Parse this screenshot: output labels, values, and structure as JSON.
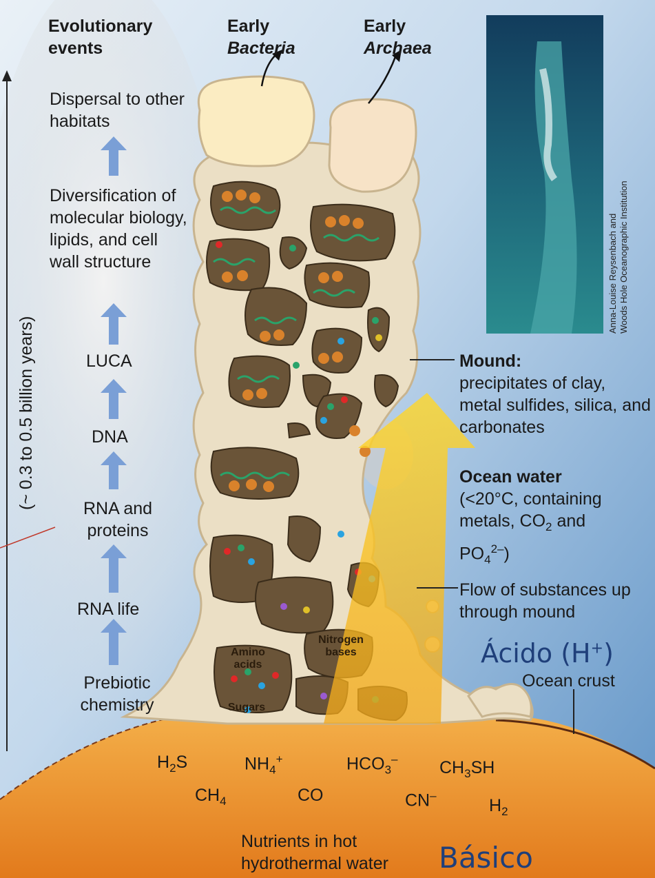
{
  "left_header": "Evolutionary events",
  "top_labels": {
    "bacteria_line1": "Early",
    "bacteria_line2": "Bacteria",
    "archaea_line1": "Early",
    "archaea_line2": "Archaea"
  },
  "events": [
    "Dispersal to other habitats",
    "Diversification of molecular biology, lipids, and cell wall structure",
    "LUCA",
    "DNA",
    "RNA and proteins",
    "RNA life",
    "Prebiotic chemistry"
  ],
  "timescale": "(~ 0.3 to 0.5 billion years)",
  "photo_credit_line1": "Anna-Louise Reysenbach and",
  "photo_credit_line2": "Woods Hole Oceanographic Institution",
  "mound": {
    "title": "Mound:",
    "text": "precipitates of clay, metal sulfides, silica, and carbonates"
  },
  "ocean_water": {
    "title": "Ocean water",
    "line1": "(<20°C, containing",
    "line2_pre": "metals, CO",
    "line2_sub": "2",
    "line2_post": " and",
    "line3_base": "PO",
    "line3_sub": "4",
    "line3_sup": "2–",
    "line3_post": ")"
  },
  "flow": "Flow of substances up through mound",
  "acid_label": "Ácido (H",
  "acid_sup": "+",
  "acid_close": ")",
  "cell_labels": {
    "amino": "Amino acids",
    "nitrogen": "Nitrogen bases",
    "sugars": "Sugars"
  },
  "ocean_crust": "Ocean crust",
  "chemicals": {
    "h2s": {
      "base": "H",
      "sub": "2",
      "rest": "S"
    },
    "ch4": {
      "base": "CH",
      "sub": "4"
    },
    "nh4": {
      "base": "NH",
      "sub": "4",
      "sup": "+"
    },
    "co": "CO",
    "hco3": {
      "base": "HCO",
      "sub": "3",
      "sup": "–"
    },
    "cn": {
      "base": "CN",
      "sup": "–"
    },
    "ch3sh": {
      "base": "CH",
      "sub": "3",
      "rest": "SH"
    },
    "h2": {
      "base": "H",
      "sub": "2"
    }
  },
  "nutrients": "Nutrients in hot hydrothermal water",
  "basic_label": "Básico",
  "colors": {
    "sky_top": "#d8e6f2",
    "ocean_blue": "#5b90c3",
    "mound": "#e9dcc1",
    "cell_dark": "#6a5438",
    "flow_arrow": "#f8c81a",
    "event_arrow": "#7a9fd6",
    "hot_water": "#e48a2a",
    "label_blue": "#1f3f7a"
  }
}
